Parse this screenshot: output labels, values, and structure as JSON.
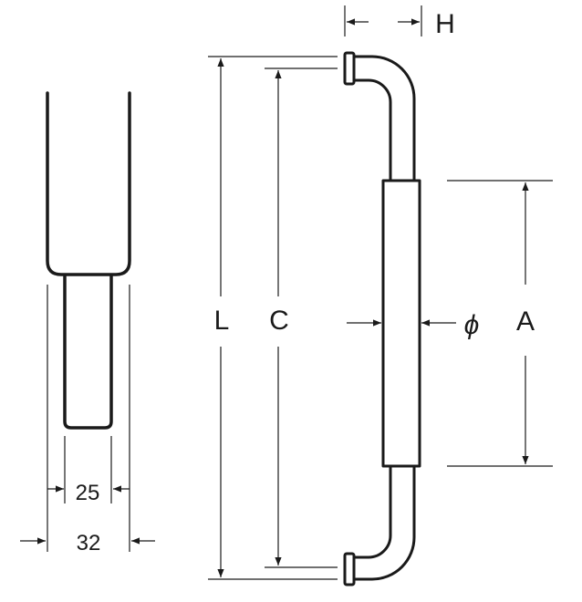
{
  "labels": {
    "overall_length": "L",
    "center_distance": "C",
    "grip_length": "A",
    "height": "H",
    "diameter": "ϕ",
    "inner_width": "25",
    "outer_width": "32"
  },
  "colors": {
    "line": "#1a1a1a",
    "background": "#ffffff"
  }
}
